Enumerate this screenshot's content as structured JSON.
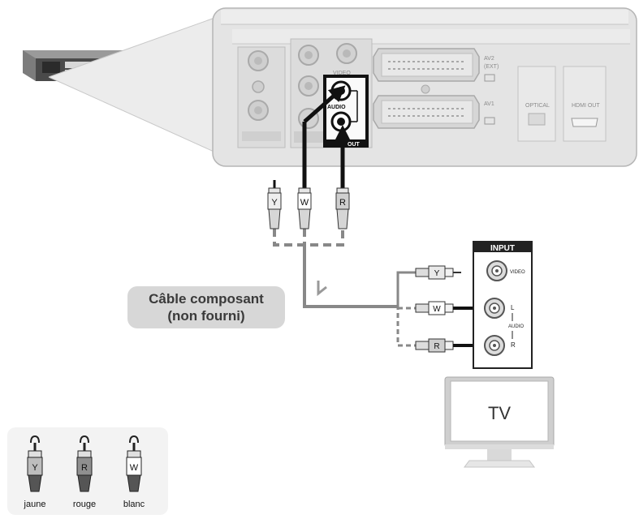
{
  "player_panel": {
    "av2_label": "AV2",
    "ext_label": "(EXT)",
    "av1_label": "AV1",
    "optical_label": "OPTICAL",
    "hdmi_label": "HDMI OUT",
    "video_label": "VIDEO",
    "audio_label": "AUDIO",
    "audio_out_label": "OUT"
  },
  "cable_plugs": {
    "yellow": "Y",
    "white": "W",
    "red": "R"
  },
  "callout": {
    "line1": "Câble composant",
    "line2": "(non fourni)"
  },
  "tv_panel": {
    "title": "INPUT",
    "video_label": "VIDEO",
    "left_label": "L",
    "audio_label": "AUDIO",
    "right_label": "R"
  },
  "tv": {
    "label": "TV"
  },
  "legend": {
    "items": [
      {
        "letter": "Y",
        "caption": "jaune"
      },
      {
        "letter": "R",
        "caption": "rouge"
      },
      {
        "letter": "W",
        "caption": "blanc"
      }
    ]
  },
  "colors": {
    "panel_gray": "#e4e4e4",
    "cable_gray": "#8c8c8c",
    "dark": "#1a1a1a"
  }
}
